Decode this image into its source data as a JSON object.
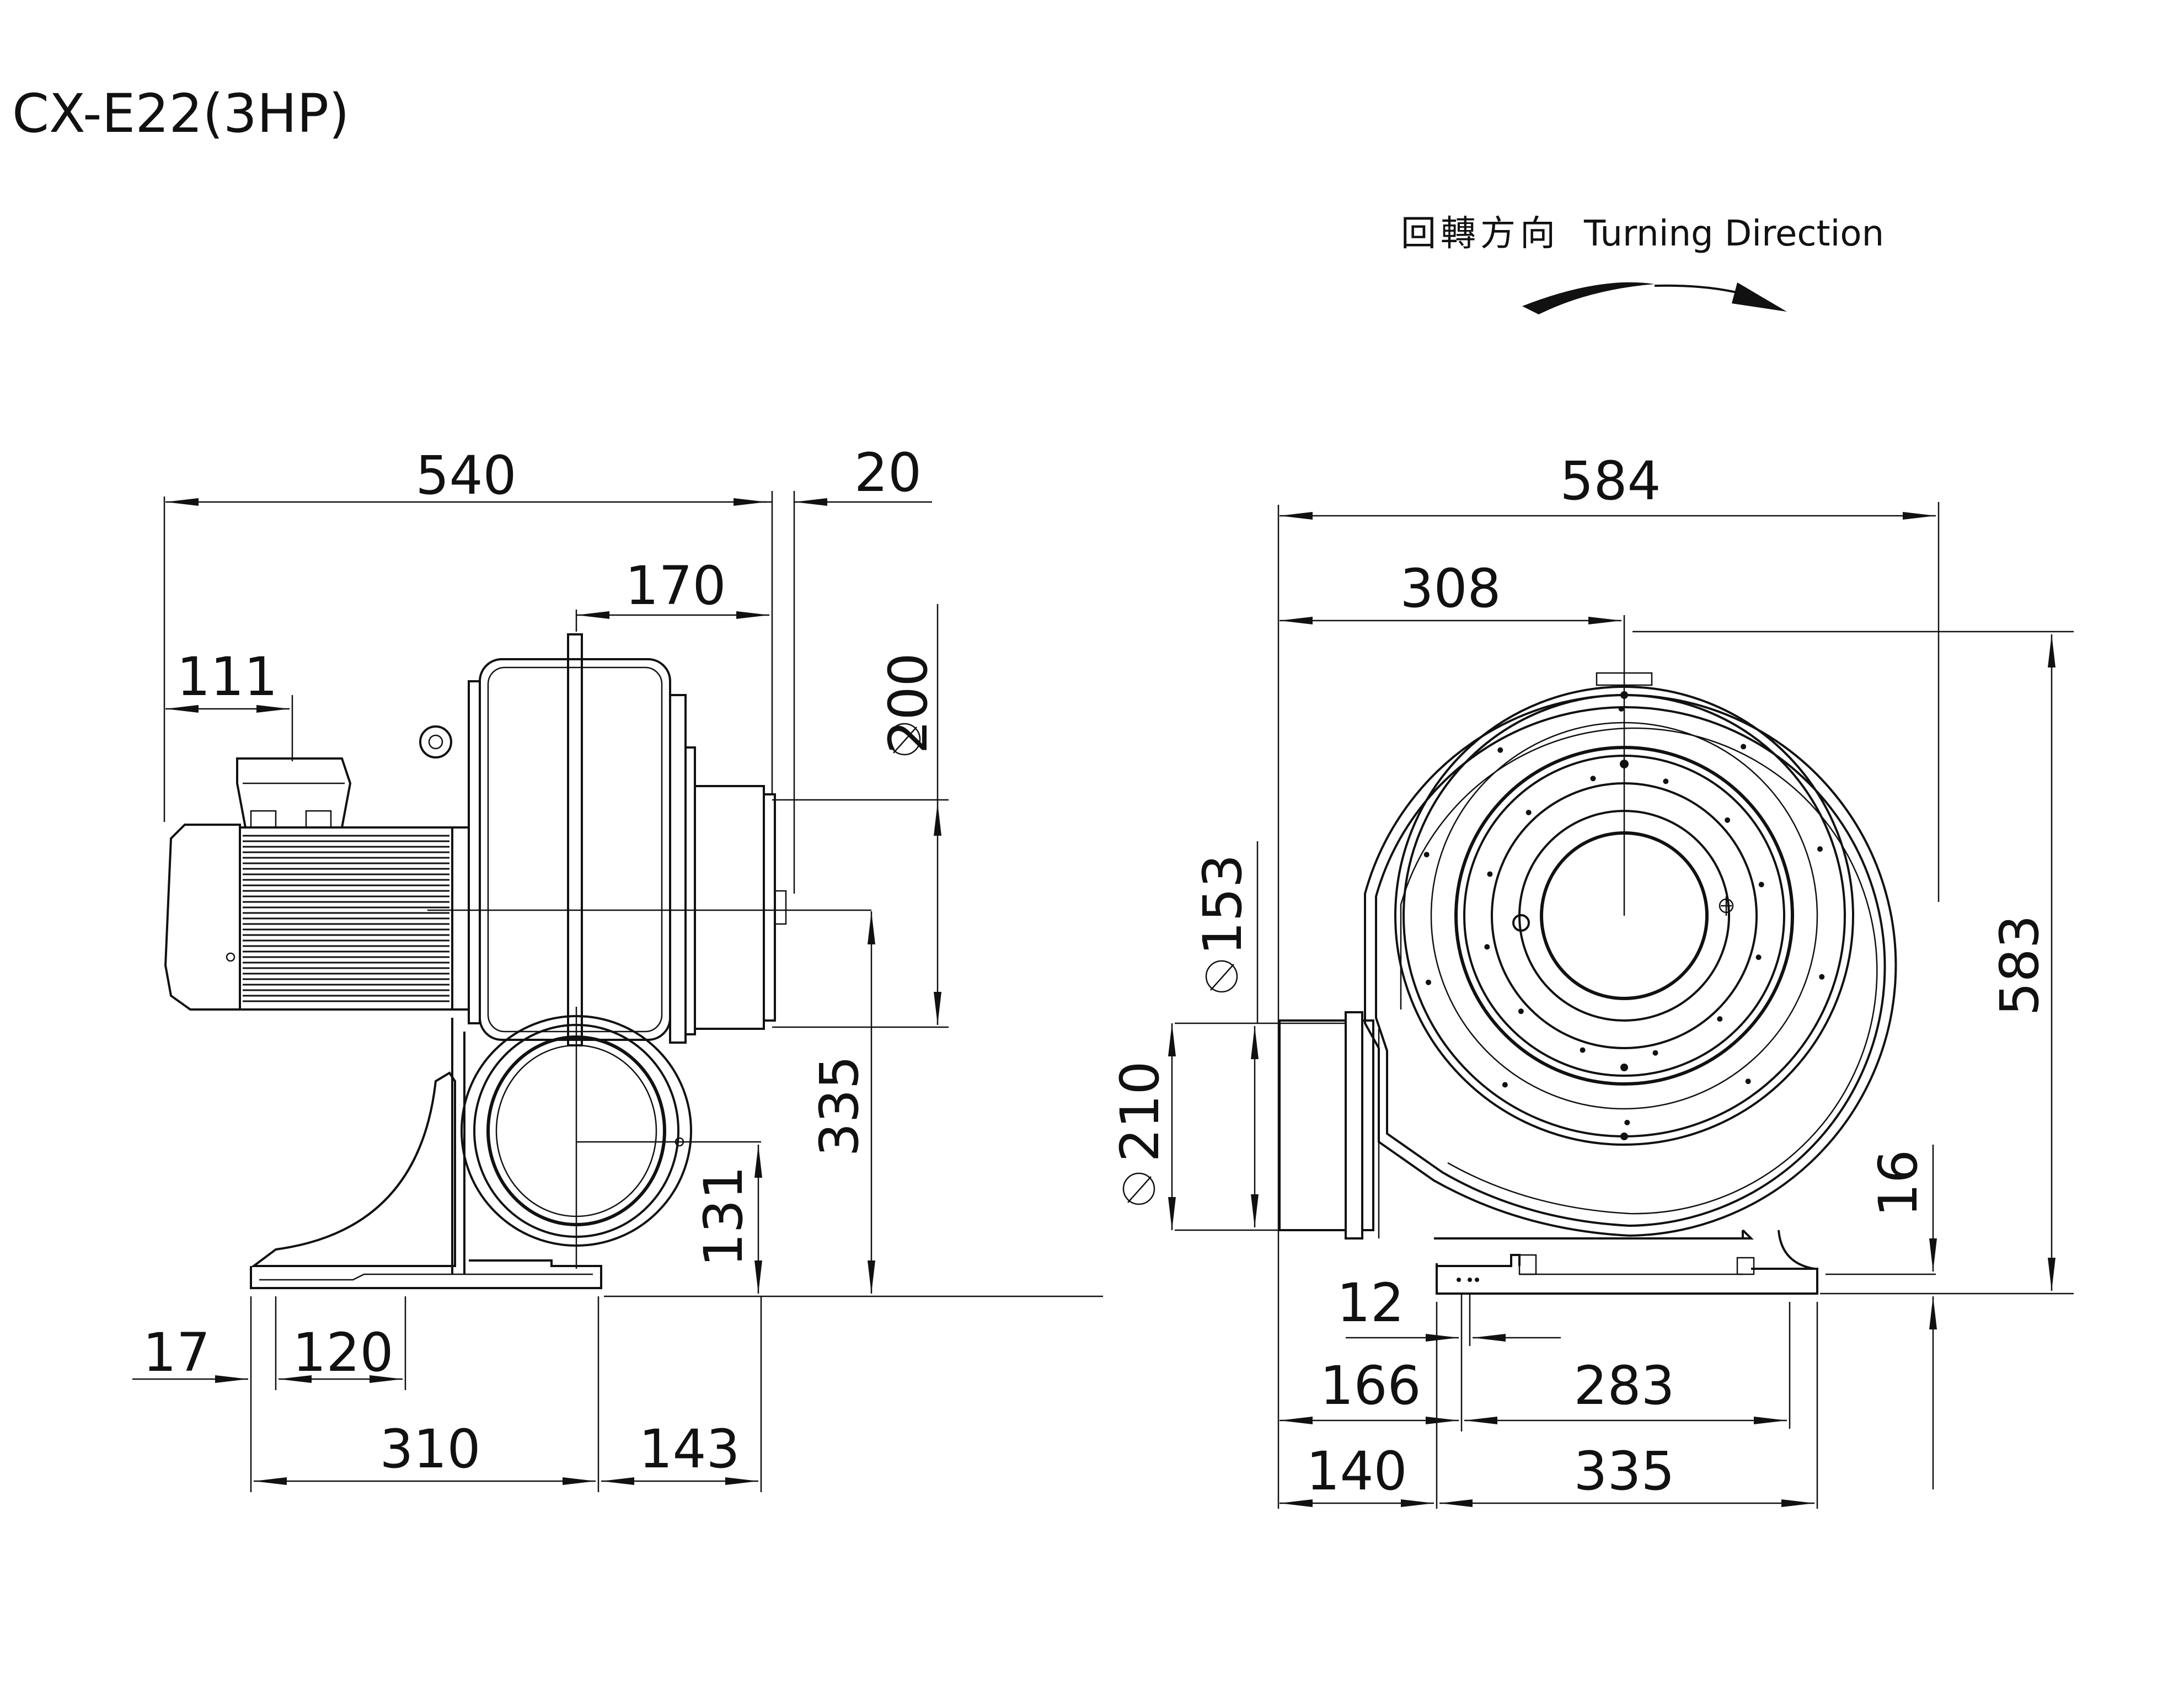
{
  "title": "CX-E22(3HP)",
  "turning_direction": {
    "label_zh": "回轉方向",
    "label_en": "Turning Direction"
  },
  "side_view": {
    "dims": {
      "overall_length": "540",
      "flange": "20",
      "outlet_offset": "170",
      "outlet_diameter": "200",
      "motor_box": "111",
      "outlet_height": "335",
      "inlet_height": "131",
      "foot_edge": "17",
      "foot_hole_spacing": "120",
      "base_length": "310",
      "base_to_outlet": "143"
    }
  },
  "front_view": {
    "dims": {
      "overall_width": "584",
      "center_offset": "308",
      "inner_diameter": "153",
      "outlet_diameter": "210",
      "overall_height": "583",
      "foot_thickness": "16",
      "bolt_hole": "12",
      "hole_offset": "166",
      "hole_spacing": "283",
      "base_offset": "140",
      "base_width": "335"
    }
  }
}
